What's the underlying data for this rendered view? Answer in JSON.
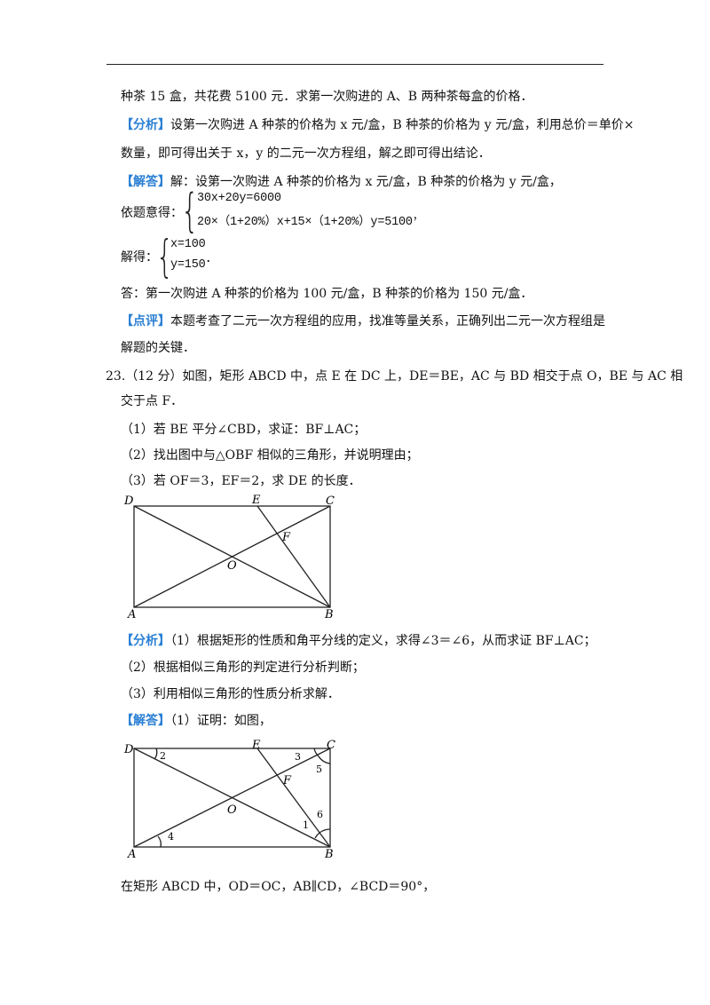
{
  "doc": {
    "line1": "种茶 15 盒，共花费 5100 元．求第一次购进的 A、B 两种茶每盒的价格．",
    "analysis1_tag": "【分析】",
    "analysis1_a": "设第一次购进 A 种茶的价格为 x 元/盒，B 种茶的价格为 y 元/盒，利用总价＝单价×",
    "analysis1_b": "数量，即可得出关于 x，y 的二元一次方程组，解之即可得出结论．",
    "answer1_tag": "【解答】",
    "answer1_text": "解：设第一次购进 A 种茶的价格为 x 元/盒，B 种茶的价格为 y 元/盒，",
    "eq_intro": "依题意得：",
    "eq1": "30x+20y=6000",
    "eq2": "20×（1+20%）x+15×（1+20%）y=5100",
    "eq2_end": "，",
    "solve_intro": "解得：",
    "sol1": "x=100",
    "sol2": "y=150",
    "sol_end": "．",
    "conclusion": "答：第一次购进 A 种茶的价格为 100 元/盒，B 种茶的价格为 150 元/盒．",
    "comment_tag": "【点评】",
    "comment_a": "本题考查了二元一次方程组的应用，找准等量关系，正确列出二元一次方程组是",
    "comment_b": "解题的关键．",
    "q23_a": "23.（12 分）如图，矩形 ABCD 中，点 E 在 DC 上，DE＝BE，AC 与 BD 相交于点 O，BE 与 AC 相",
    "q23_b": "交于点 F．",
    "q23_1": "（1）若 BE 平分∠CBD，求证：BF⊥AC；",
    "q23_2": "（2）找出图中与△OBF 相似的三角形，并说明理由；",
    "q23_3": "（3）若 OF＝3，EF＝2，求 DE 的长度．",
    "analysis2_tag": "【分析】",
    "analysis2_1": "（1）根据矩形的性质和角平分线的定义，求得∠3＝∠6，从而求证 BF⊥AC；",
    "analysis2_2": "（2）根据相似三角形的判定进行分析判断；",
    "analysis2_3": "（3）利用相似三角形的性质分析求解．",
    "answer2_tag": "【解答】",
    "answer2_text": "（1）证明：如图，",
    "last_line": "在矩形 ABCD 中，OD＝OC，AB∥CD，∠BCD＝90°，"
  },
  "figure1": {
    "labels": {
      "D": "D",
      "E": "E",
      "C": "C",
      "F": "F",
      "O": "O",
      "A": "A",
      "B": "B"
    }
  },
  "figure2": {
    "labels": {
      "D": "D",
      "E": "E",
      "C": "C",
      "F": "F",
      "O": "O",
      "A": "A",
      "B": "B"
    },
    "angles": {
      "a1": "1",
      "a2": "2",
      "a3": "3",
      "a4": "4",
      "a5": "5",
      "a6": "6"
    }
  },
  "colors": {
    "tag": "#2a7fd4",
    "text": "#111111",
    "line": "#222222"
  }
}
